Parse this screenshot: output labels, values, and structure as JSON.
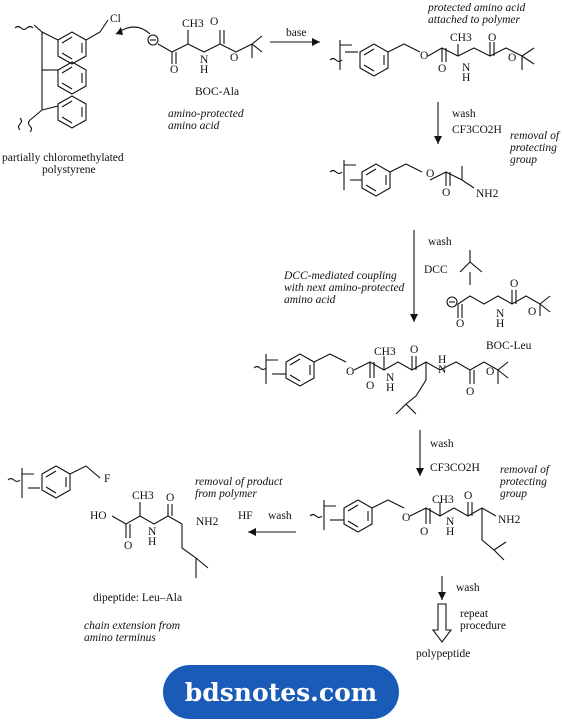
{
  "labels": {
    "cl": "Cl",
    "base": "base",
    "protected_attached": [
      "protected amino acid",
      "attached to polymer"
    ],
    "ch3": "CH3",
    "boc_ala": "BOC-Ala",
    "amino_protected": [
      "amino-protected",
      "amino acid"
    ],
    "polystyrene": [
      "partially chloromethylated",
      "polystyrene"
    ],
    "wash": "wash",
    "tfa": "CF3CO2H",
    "removal_protecting": [
      "removal of",
      "protecting",
      "group"
    ],
    "nh2": "NH2",
    "h": "H",
    "n": "N",
    "o": "O",
    "dcc": "DCC",
    "dcc_coupling": [
      "DCC-mediated coupling",
      "with next amino-protected",
      "amino  acid"
    ],
    "boc_leu": "BOC-Leu",
    "f": "F",
    "removal_product": [
      "removal of product",
      "from polymer"
    ],
    "hf": "HF",
    "ho": "HO",
    "dipeptide": "dipeptide:  Leu–Ala",
    "chain_extension": [
      "chain extension from",
      "amino terminus"
    ],
    "repeat": [
      "repeat",
      "procedure"
    ],
    "polypeptide": "polypeptide"
  },
  "watermark": "bdsnotes.com"
}
